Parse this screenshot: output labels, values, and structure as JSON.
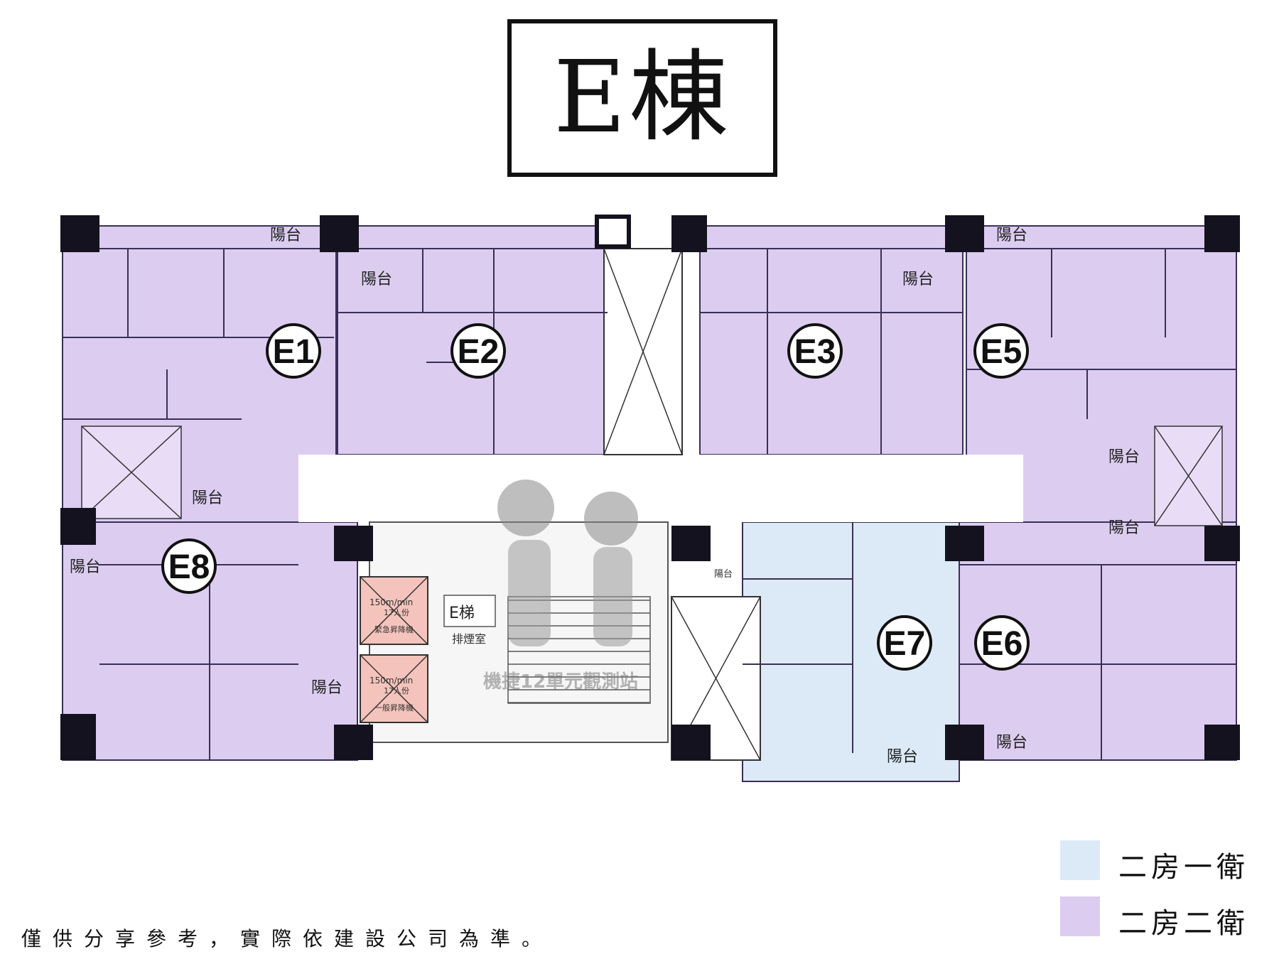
{
  "title": "E棟",
  "balcony_label": "陽台",
  "elevator_core": {
    "stair_label": "E梯",
    "smoke_room_label": "排煙室",
    "elevator_speed": "150m/min",
    "elevator_capacity": "17人份",
    "elevator_1_note": "緊急昇降機",
    "elevator_2_note": "一般昇降機"
  },
  "units": [
    "E1",
    "E2",
    "E3",
    "E5",
    "E8",
    "E7",
    "E6"
  ],
  "watermark": "機捷12單元觀測站",
  "legend": [
    {
      "label": "二房一衛",
      "color": "#dceaf8"
    },
    {
      "label": "二房二衛",
      "color": "#dccdf0"
    }
  ],
  "colors": {
    "two_bed_two_bath": "#dccdf0",
    "two_bed_one_bath": "#dceaf8",
    "elevator": "#f4c4bc",
    "column": "#14121f",
    "wall": "#2b2440"
  },
  "disclaimer": "僅供分享參考，實際依建設公司為準。"
}
